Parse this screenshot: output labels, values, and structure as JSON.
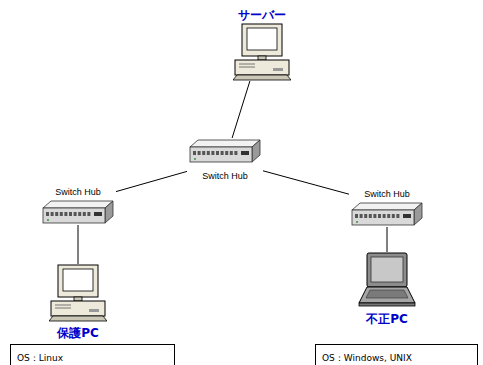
{
  "diagram": {
    "nodes": [
      {
        "text": [
          "サーバー"
        ]
      },
      {
        "text": [
          "Switch Hub"
        ]
      },
      {
        "text": [
          "Switch Hub"
        ]
      },
      {
        "text": [
          "保護PC"
        ]
      },
      {
        "text": [
          "OS：Linux"
        ]
      },
      {
        "text": [
          "Switch Hub"
        ]
      },
      {
        "text": [
          "不正PC"
        ]
      },
      {
        "text": [
          "OS：Windows, UNIX"
        ]
      }
    ],
    "edges": [
      {
        "from": 0,
        "to": 1,
        "arrow": "none"
      },
      {
        "from": 1,
        "to": 2,
        "arrow": "none"
      },
      {
        "from": 1,
        "to": 5,
        "arrow": "none"
      },
      {
        "from": 2,
        "to": 3,
        "arrow": "none"
      },
      {
        "from": 5,
        "to": 6,
        "arrow": "none"
      }
    ]
  }
}
